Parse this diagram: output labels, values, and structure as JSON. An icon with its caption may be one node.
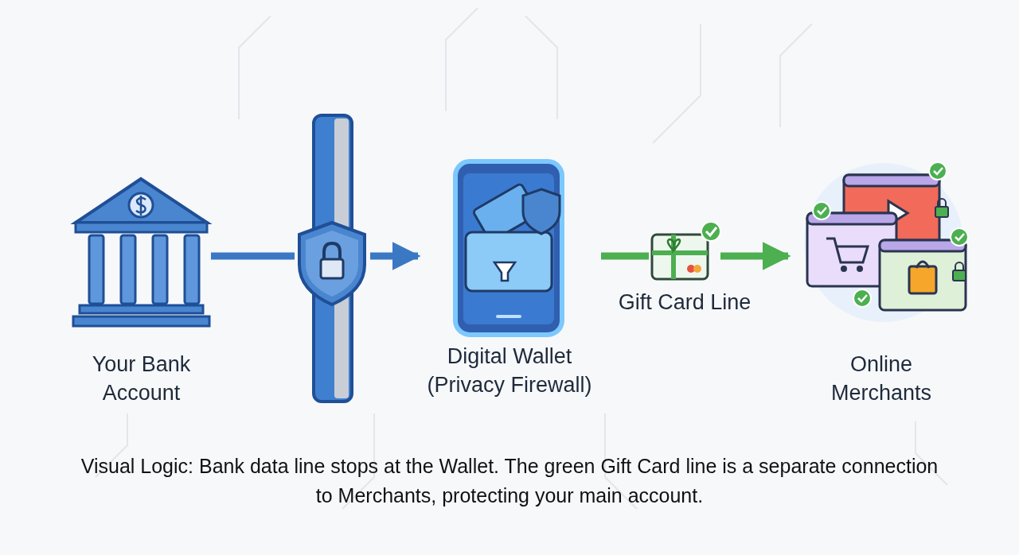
{
  "diagram": {
    "caption": "Visual Logic: Bank data line stops at the Wallet. The green Gift Card line is a separate connection to Merchants, protecting your main account.",
    "nodes": [
      {
        "text": [
          "Your Bank Account"
        ]
      },
      {
        "text": [],
        "shape": "picture"
      },
      {
        "text": [
          "Digital Wallet (Privacy Firewall)"
        ]
      },
      {
        "text": [],
        "shape": "picture",
        "beside": [
          "Gift Card Line"
        ]
      },
      {
        "text": [
          "Online Merchants"
        ]
      }
    ],
    "edges": [
      {
        "from": 0,
        "to": 1,
        "arrow": "none",
        "color": "#3b78c4"
      },
      {
        "from": 1,
        "to": 2,
        "arrow": "to",
        "color": "#3b78c4"
      },
      {
        "from": 2,
        "to": 3,
        "arrow": "none",
        "color": "#4caf50"
      },
      {
        "from": 3,
        "to": 4,
        "arrow": "to",
        "color": "#4caf50"
      }
    ]
  }
}
